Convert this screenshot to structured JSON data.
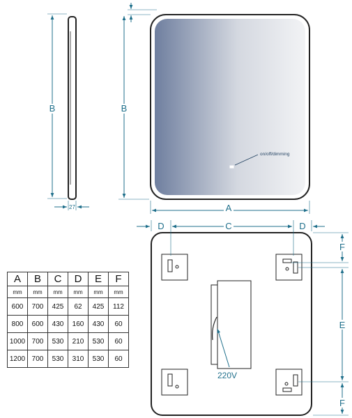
{
  "labels": {
    "side_thickness": "27",
    "side_height": "B",
    "front_height": "B",
    "front_width": "A",
    "switch": "on/off/dimming",
    "back_d_left": "D",
    "back_c": "C",
    "back_d_right": "D",
    "back_f_top": "F",
    "back_e": "E",
    "back_f_bottom": "F",
    "power": "220V"
  },
  "table": {
    "headers": [
      "A",
      "B",
      "C",
      "D",
      "E",
      "F"
    ],
    "units": [
      "mm",
      "mm",
      "mm",
      "mm",
      "mm",
      "mm"
    ],
    "rows": [
      [
        "600",
        "700",
        "425",
        "62",
        "425",
        "112"
      ],
      [
        "800",
        "600",
        "430",
        "160",
        "430",
        "60"
      ],
      [
        "1000",
        "700",
        "530",
        "210",
        "530",
        "60"
      ],
      [
        "1200",
        "700",
        "530",
        "310",
        "530",
        "60"
      ]
    ]
  },
  "colors": {
    "dimension": "#1f6f8b",
    "mirror_dark": "#6f7f9f",
    "mirror_light": "#f2f3f5"
  }
}
